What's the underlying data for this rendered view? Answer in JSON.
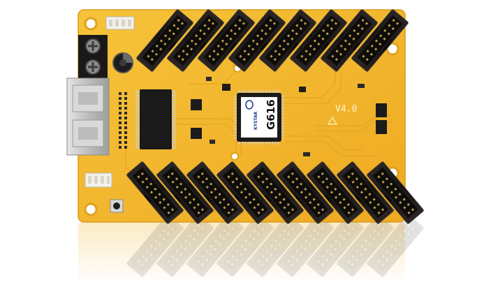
{
  "colors": {
    "background": "#ffffff",
    "pcb": "#f2b62c",
    "pcb_dark": "#d99a1a",
    "pcb_trace": "#e7a721",
    "connector": "#1f1c1a",
    "connector_edge": "#3a3430",
    "silkscreen": "#fff3c8",
    "chip_label_bg": "#ffffff",
    "rj45_metal": "#c9c9c9"
  },
  "board": {
    "version_label": "V4.0"
  },
  "main_chip": {
    "logo_text": "KYSTAR",
    "model": "G616"
  },
  "icons": {
    "hub_connector": "idc-header-connector-icon",
    "terminal_block": "screw-terminal-icon",
    "rj45": "ethernet-port-icon",
    "button": "tactile-switch-icon",
    "capacitor": "electrolytic-capacitor-icon"
  },
  "hub_connectors": {
    "top_count": 8,
    "bottom_count": 9
  }
}
